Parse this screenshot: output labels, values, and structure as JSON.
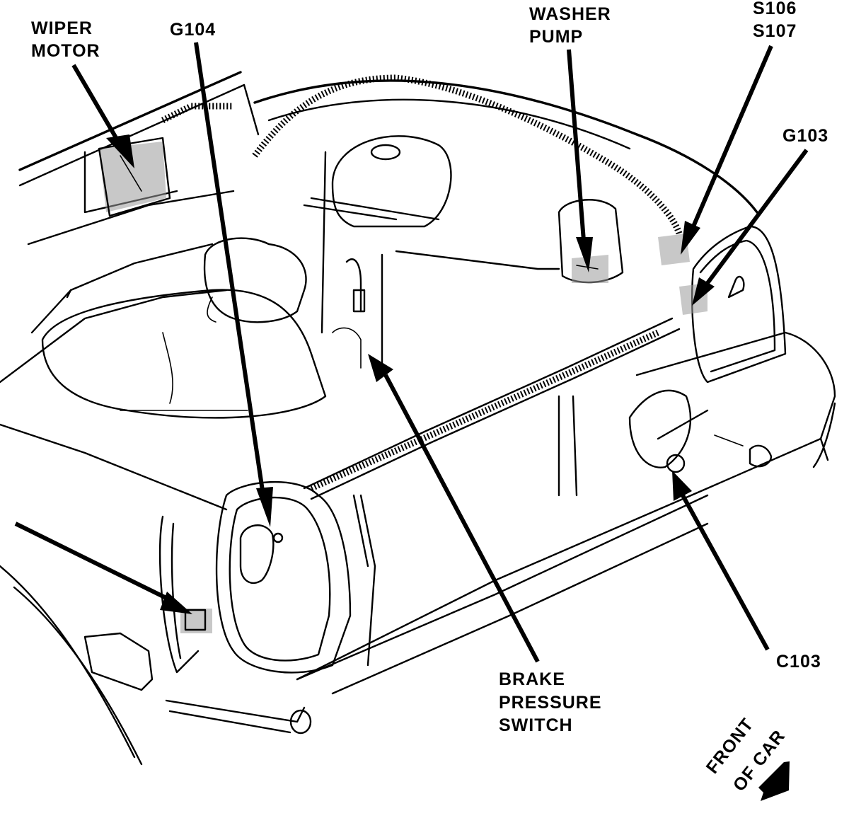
{
  "diagram": {
    "title": "Engine compartment component locator",
    "style": "black-and-white technical line illustration",
    "colors": {
      "ink": "#000000",
      "paper": "#ffffff",
      "shading": "#9a9a9a"
    },
    "labels": {
      "wiper_motor": [
        "WIPER",
        "MOTOR"
      ],
      "g104": "G104",
      "washer_pump": [
        "WASHER",
        "PUMP"
      ],
      "s106": "S106",
      "s107": "S107",
      "g103": "G103",
      "brake_pressure_switch": [
        "BRAKE",
        "PRESSURE",
        "SWITCH"
      ],
      "c103": "C103",
      "front_of_car": [
        "FRONT",
        "OF CAR"
      ]
    },
    "callouts": [
      {
        "label": "WIPER MOTOR",
        "target": "wiper motor on left cowl"
      },
      {
        "label": "G104",
        "target": "ground at left headlamp housing"
      },
      {
        "label": "WASHER PUMP",
        "target": "base of washer reservoir"
      },
      {
        "label": "S106 / S107",
        "target": "splices in right-front harness"
      },
      {
        "label": "G103",
        "target": "ground at right headlamp housing"
      },
      {
        "label": "BRAKE PRESSURE SWITCH",
        "target": "master cylinder area"
      },
      {
        "label": "C103",
        "target": "connector at right front fender"
      },
      {
        "label": "(unlabeled)",
        "target": "left side marker connector"
      }
    ],
    "direction_indicator": "FRONT OF CAR"
  }
}
